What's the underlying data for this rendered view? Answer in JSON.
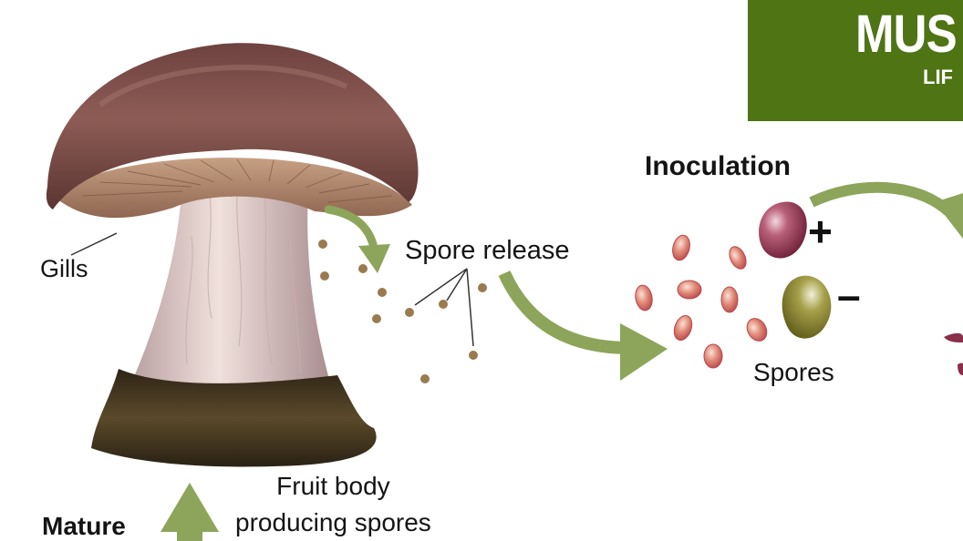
{
  "banner": {
    "title_visible": "MUS",
    "subtitle_visible": "LIF",
    "color": "#4f7414"
  },
  "labels": {
    "gills": "Gills",
    "spore_release": "Spore release",
    "inoculation": "Inoculation",
    "spores": "Spores",
    "fruit_body_line1": "Fruit body",
    "fruit_body_line2": "producing spores",
    "mature": "Mature",
    "mating_plus": "+",
    "mating_minus": "–"
  },
  "colors": {
    "arrow": "#8ca55a",
    "cap": "#7a4a44",
    "stem": "#d8c2bf",
    "volva": "#3a2b1c",
    "spore_dot": "#9a7a4f",
    "spore_pink": "#d8706a",
    "spore_plus": "#8a2f4b",
    "spore_minus": "#7d7d2a"
  }
}
